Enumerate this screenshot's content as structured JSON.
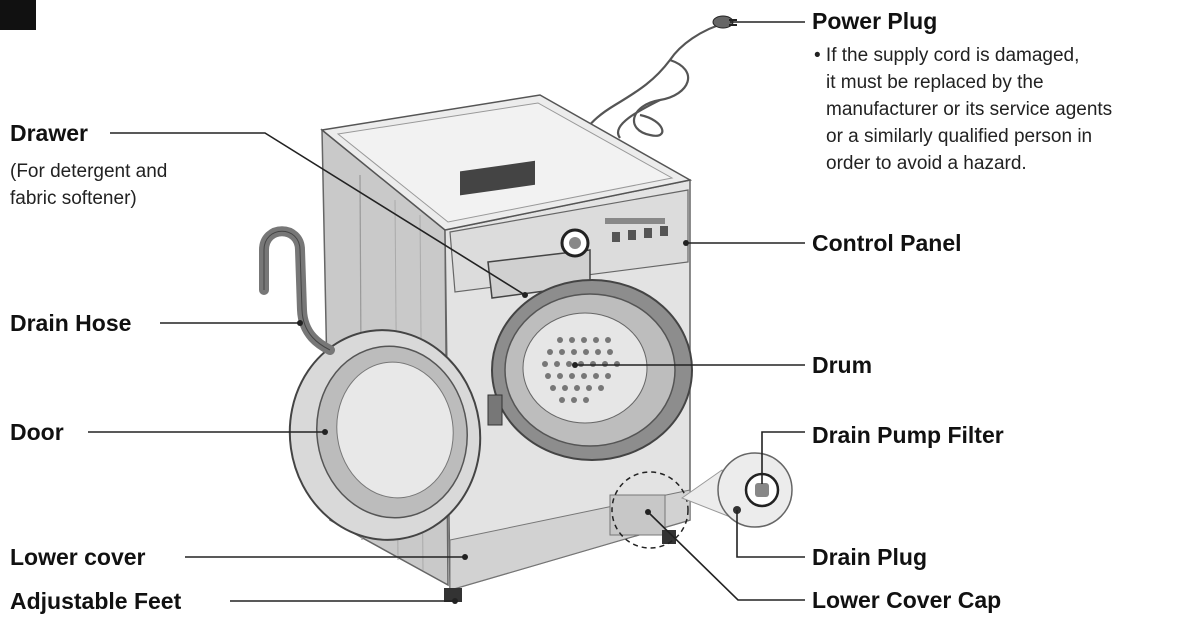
{
  "labels": {
    "power_plug": "Power Plug",
    "power_plug_note": [
      "• If the supply cord is damaged,",
      "it must be replaced by the",
      "manufacturer or its service agents",
      "or a similarly qualified person in",
      "order to avoid a hazard."
    ],
    "drawer": "Drawer",
    "drawer_note": [
      "(For detergent and",
      "fabric softener)"
    ],
    "control_panel": "Control Panel",
    "drain_hose": "Drain Hose",
    "drum": "Drum",
    "door": "Door",
    "drain_pump_filter": "Drain Pump Filter",
    "lower_cover": "Lower cover",
    "drain_plug": "Drain Plug",
    "adjustable_feet": "Adjustable Feet",
    "lower_cover_cap": "Lower Cover Cap"
  }
}
